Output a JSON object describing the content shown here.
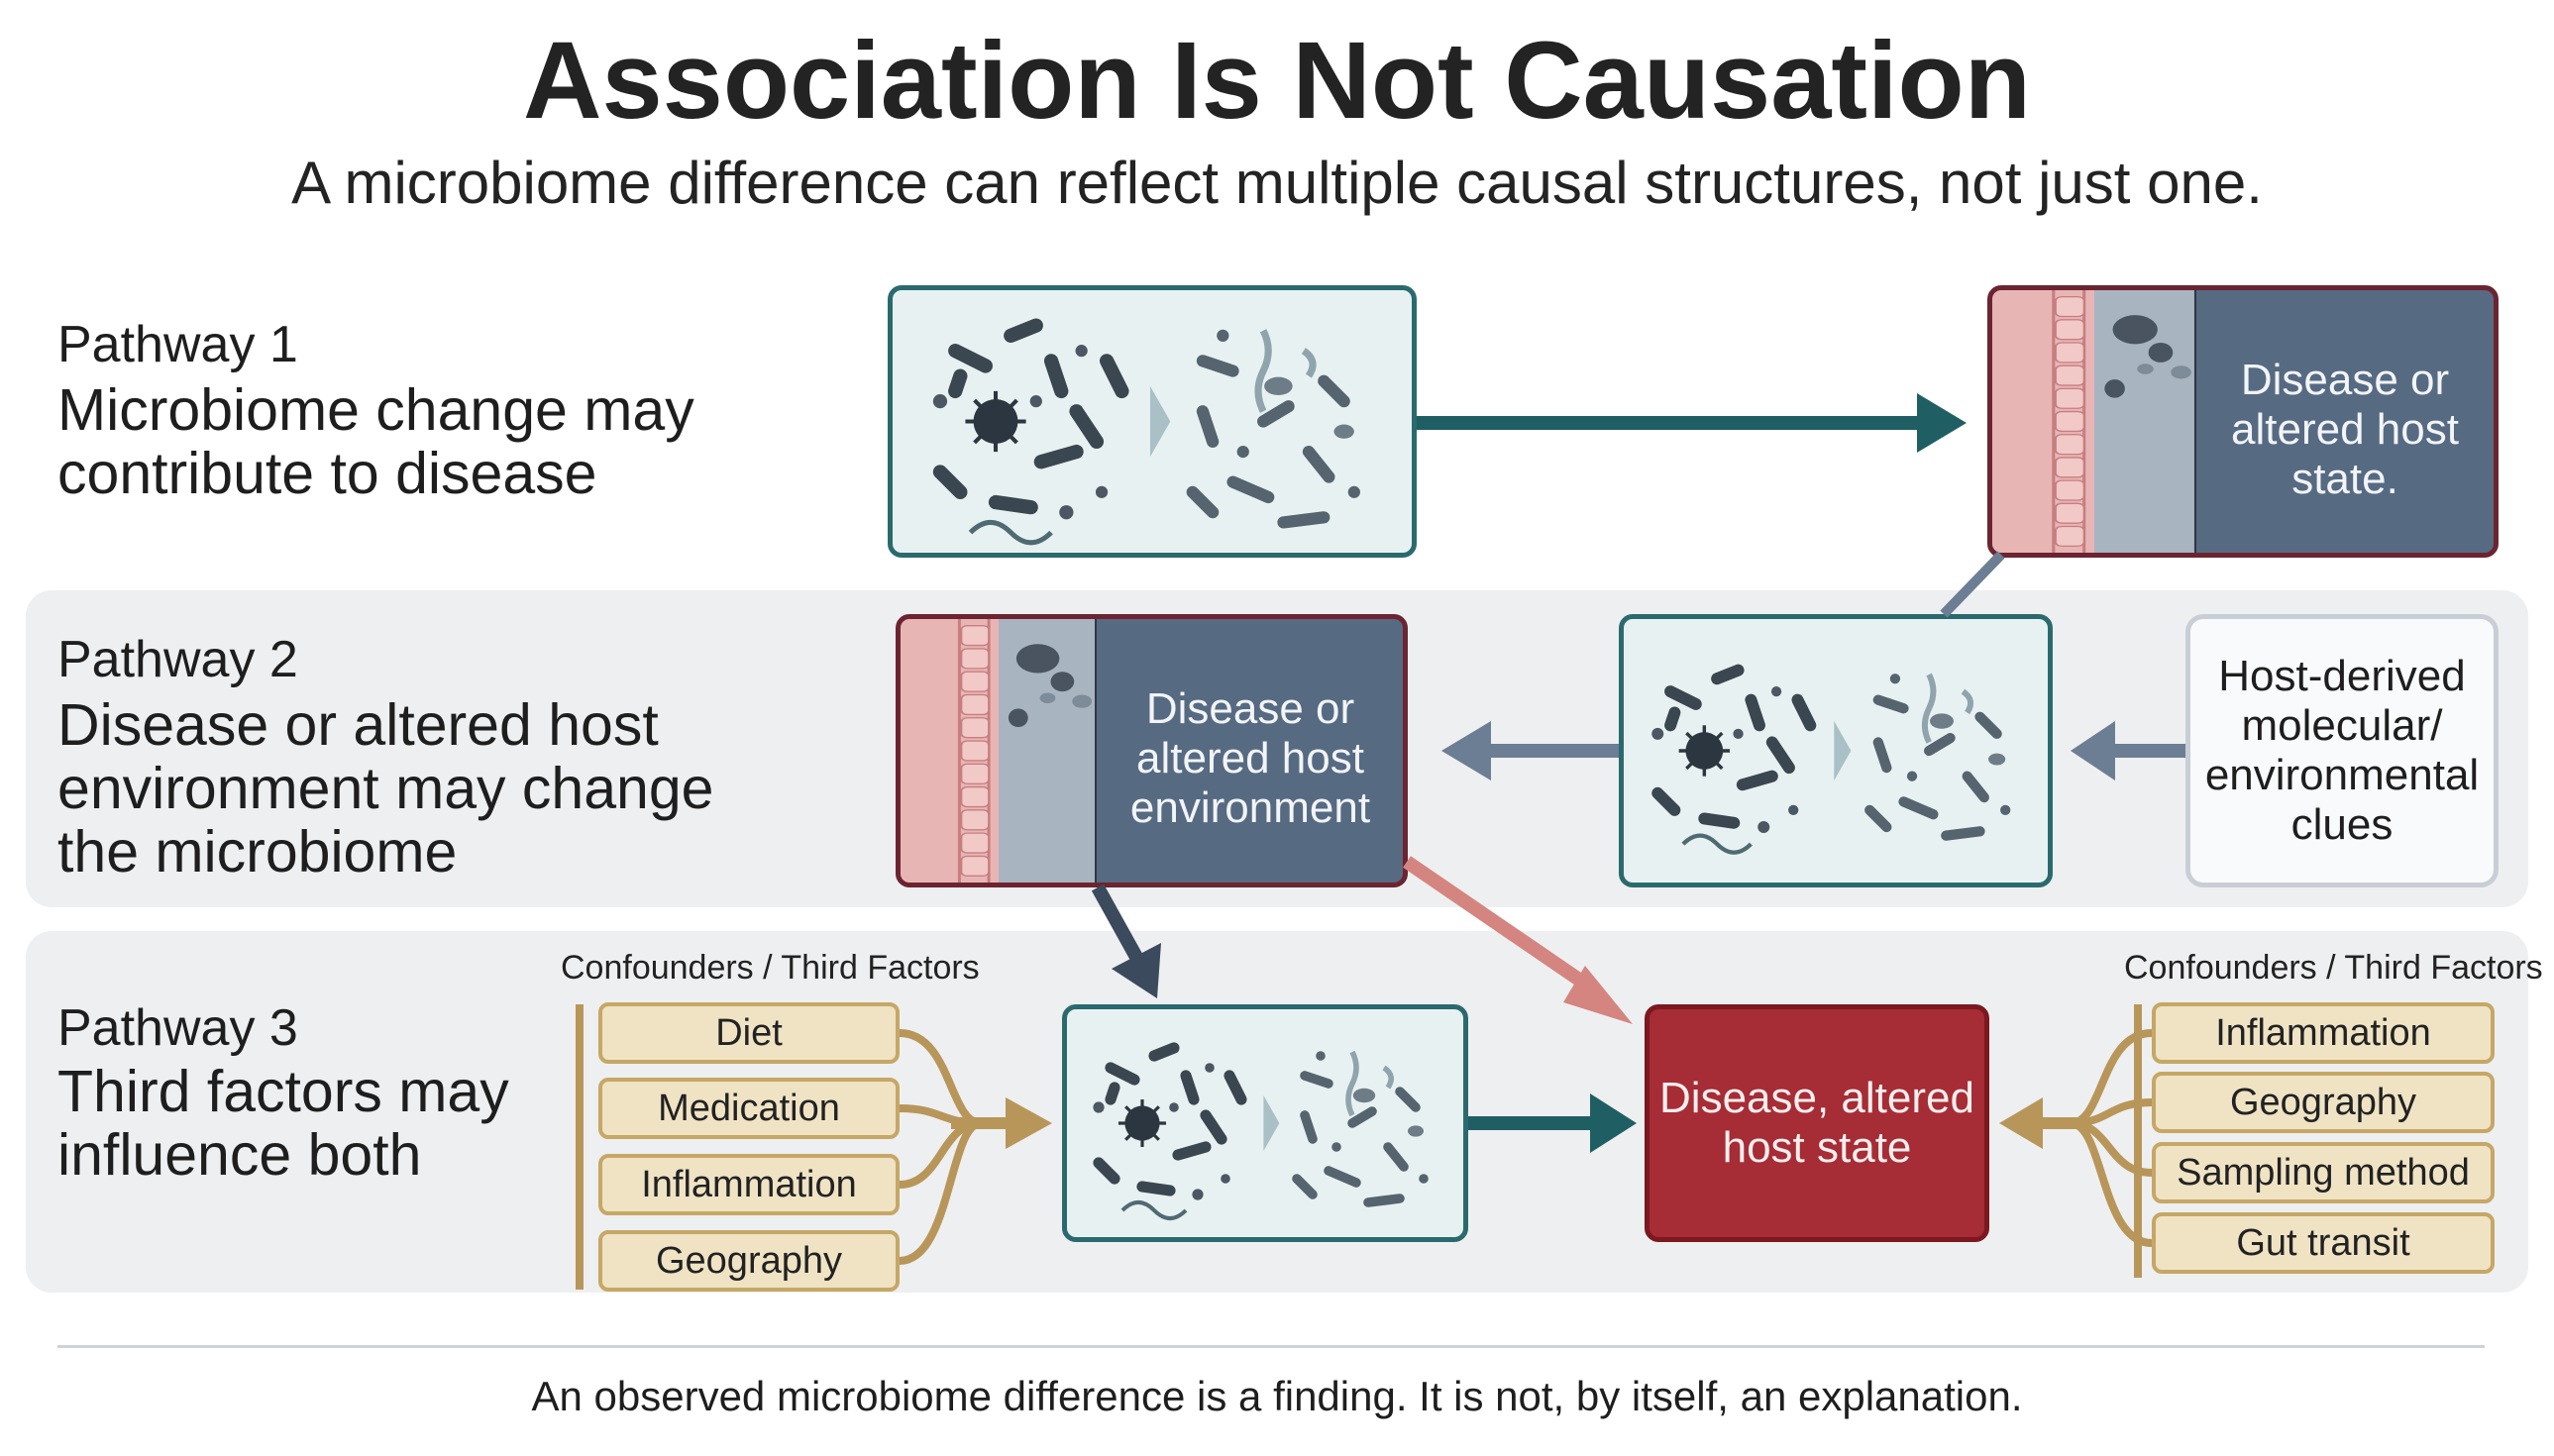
{
  "title": "Association Is Not Causation",
  "subtitle": "A microbiome difference can reflect multiple causal structures, not just one.",
  "pathways": [
    {
      "number": "Pathway 1",
      "text": "Microbiome change may contribute to disease"
    },
    {
      "number": "Pathway 2",
      "text": "Disease or altered host environment may change the microbiome"
    },
    {
      "number": "Pathway 3",
      "text": "Third factors may influence both"
    }
  ],
  "boxes": {
    "p1_host": "Disease or altered host state.",
    "p2_host": "Disease or altered host environment",
    "p2_clues": "Host-derived molecular/ environmental clues",
    "p3_disease": "Disease, altered host state"
  },
  "confounders_left": {
    "heading": "Confounders / Third Factors",
    "items": [
      "Diet",
      "Medication",
      "Inflammation",
      "Geography"
    ]
  },
  "confounders_right": {
    "heading": "Confounders / Third Factors",
    "items": [
      "Inflammation",
      "Geography",
      "Sampling method",
      "Gut transit"
    ]
  },
  "footer": "An observed microbiome difference is a finding. It is not, by itself, an explanation.",
  "colors": {
    "teal": "#1f5f63",
    "slate": "#566a82",
    "disease_red": "#a62c35",
    "pink_arrow": "#d48580",
    "gold": "#b8965a",
    "arrow_grey": "#6c7e93"
  },
  "icons": [
    "microbe-cluster-icon",
    "host-tissue-icon",
    "arrow-icon"
  ]
}
